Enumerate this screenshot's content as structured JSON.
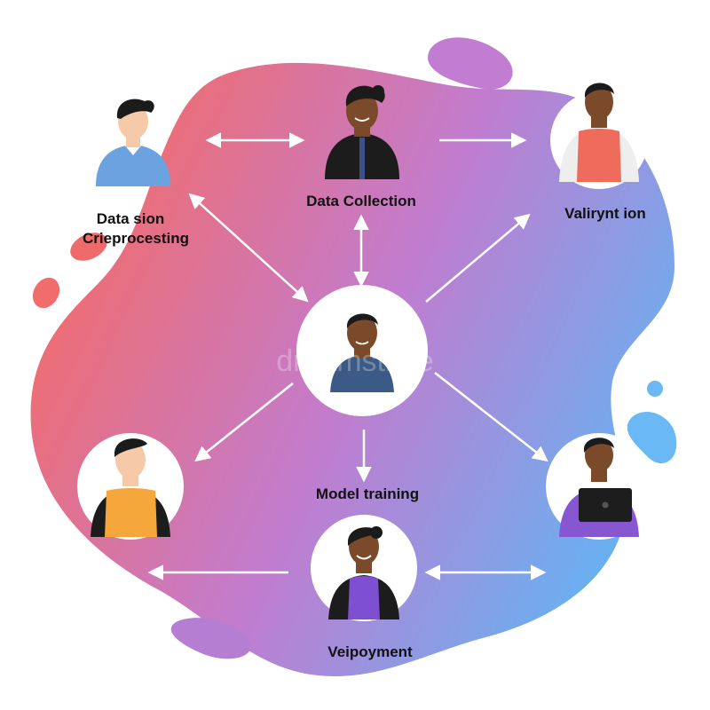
{
  "diagram": {
    "labels": {
      "data_collection": "Data Collection",
      "preprocessing_line1": "Data sion",
      "preprocessing_line2": "Crieprocesting",
      "validation": "Valirynt ion",
      "model_training": "Model training",
      "deployment": "Veipoyment",
      "watermark": "dreamstime"
    },
    "colors": {
      "blob_start": "#f56d6d",
      "blob_mid": "#c47fd0",
      "blob_end": "#5fb8f5",
      "arrow": "#ffffff",
      "text": "#111111"
    }
  }
}
